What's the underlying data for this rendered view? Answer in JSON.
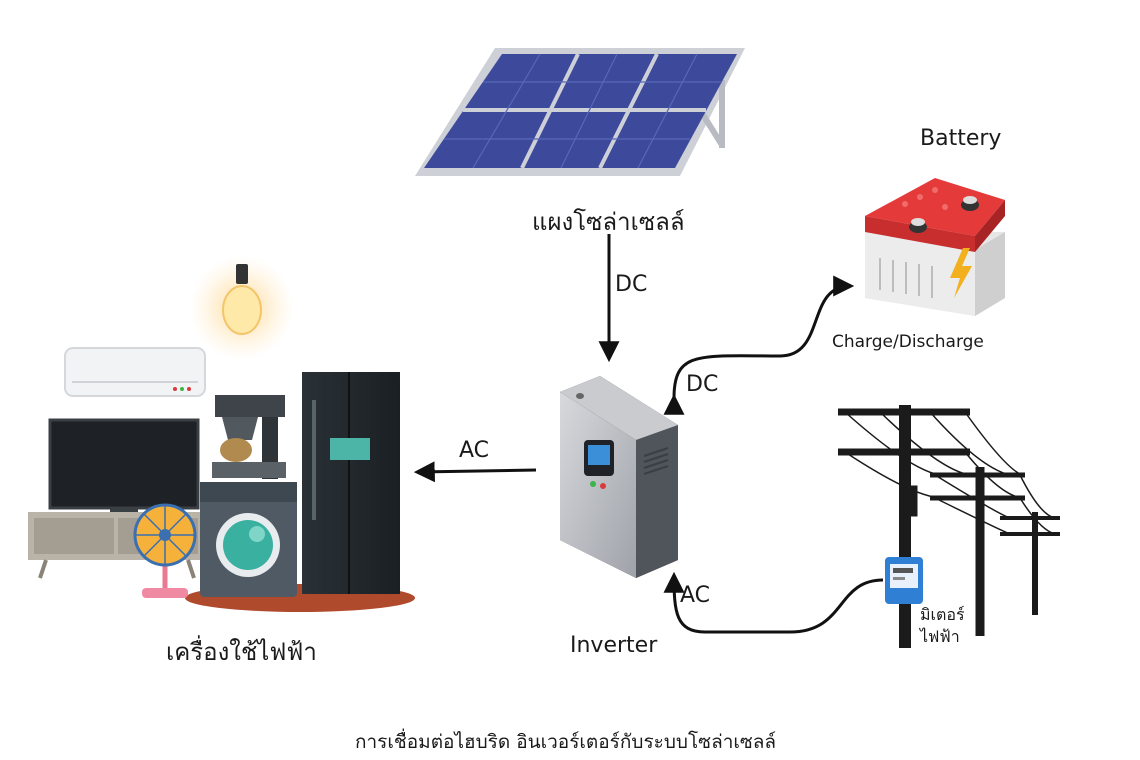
{
  "labels": {
    "solar_panel": "แผงโซล่าเซลล์",
    "battery": "Battery",
    "charge_discharge": "Charge/Discharge",
    "inverter": "Inverter",
    "appliances": "เครื่องใช้ไฟฟ้า",
    "meter_line1": "มิเตอร์",
    "meter_line2": "ไฟฟ้า",
    "caption": "การเชื่อมต่อไฮบริด อินเวอร์เตอร์กับระบบโซล่าเซลล์"
  },
  "connections": {
    "solar_to_inverter": "DC",
    "battery_inverter": "DC",
    "inverter_to_appliances": "AC",
    "grid_to_inverter": "AC"
  },
  "colors": {
    "panel_cell": "#3d4a9c",
    "panel_frame": "#c9ccd3",
    "battery_top": "#e53a3a",
    "battery_body": "#e6e6e6",
    "bolt": "#f2b01e",
    "inverter_body": "#b9bcc1",
    "inverter_side": "#2a2d33",
    "meter": "#2f7fd4",
    "pole": "#1b1b1b",
    "floor": "#b04a2c"
  }
}
